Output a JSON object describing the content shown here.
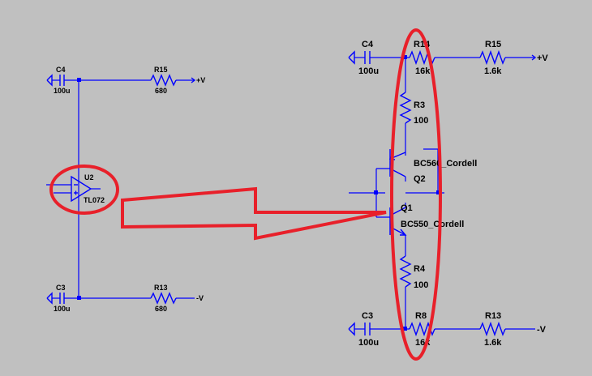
{
  "colors": {
    "background": "#c0c0c0",
    "wire": "#0000ff",
    "text": "#000000",
    "annotation": "#e8202a"
  },
  "left_circuit": {
    "c4_name": "C4",
    "c4_value": "100u",
    "r15_name": "R15",
    "r15_value": "680",
    "vplus": "+V",
    "u2_name": "U2",
    "u2_value": "TL072",
    "c3_name": "C3",
    "c3_value": "100u",
    "r13_name": "R13",
    "r13_value": "680",
    "vminus": "-V"
  },
  "right_circuit": {
    "c4_name": "C4",
    "c4_value": "100u",
    "r14_name": "R14",
    "r14_value": "16k",
    "r15_name": "R15",
    "r15_value": "1.6k",
    "vplus": "+V",
    "r3_name": "R3",
    "r3_value": "100",
    "q2_model": "BC560_Cordell",
    "q2_name": "Q2",
    "q1_name": "Q1",
    "q1_model": "BC550_Cordell",
    "r4_name": "R4",
    "r4_value": "100",
    "c3_name": "C3",
    "c3_value": "100u",
    "r8_name": "R8",
    "r8_value": "16k",
    "r13_name": "R13",
    "r13_value": "1.6k",
    "vminus": "-V"
  }
}
